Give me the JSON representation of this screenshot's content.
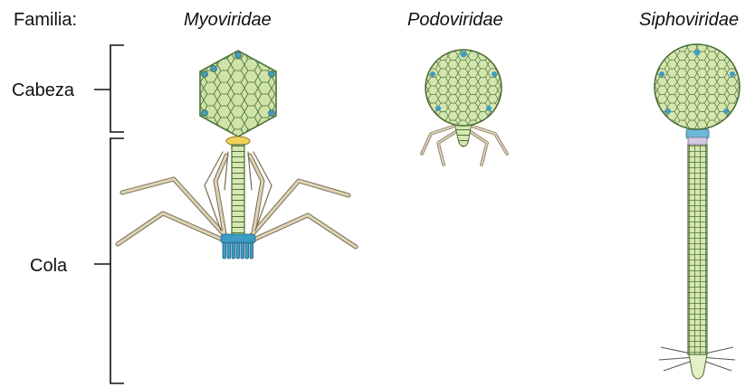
{
  "labels": {
    "familia": "Familia:",
    "cabeza": "Cabeza",
    "cola": "Cola"
  },
  "families": [
    {
      "name": "Myoviridae"
    },
    {
      "name": "Podoviridae"
    },
    {
      "name": "Siphoviridae"
    }
  ],
  "colors": {
    "capsid_fill": "#cfe3a8",
    "capsid_line": "#476b35",
    "vertex": "#3c9cc4",
    "collar": "#f1d35a",
    "tail_fill": "#d7e7b2",
    "fiber": "#d9cfb1",
    "fiber_line": "#7a6e52",
    "baseplate": "#3c9cc4",
    "bracket": "#111111"
  }
}
